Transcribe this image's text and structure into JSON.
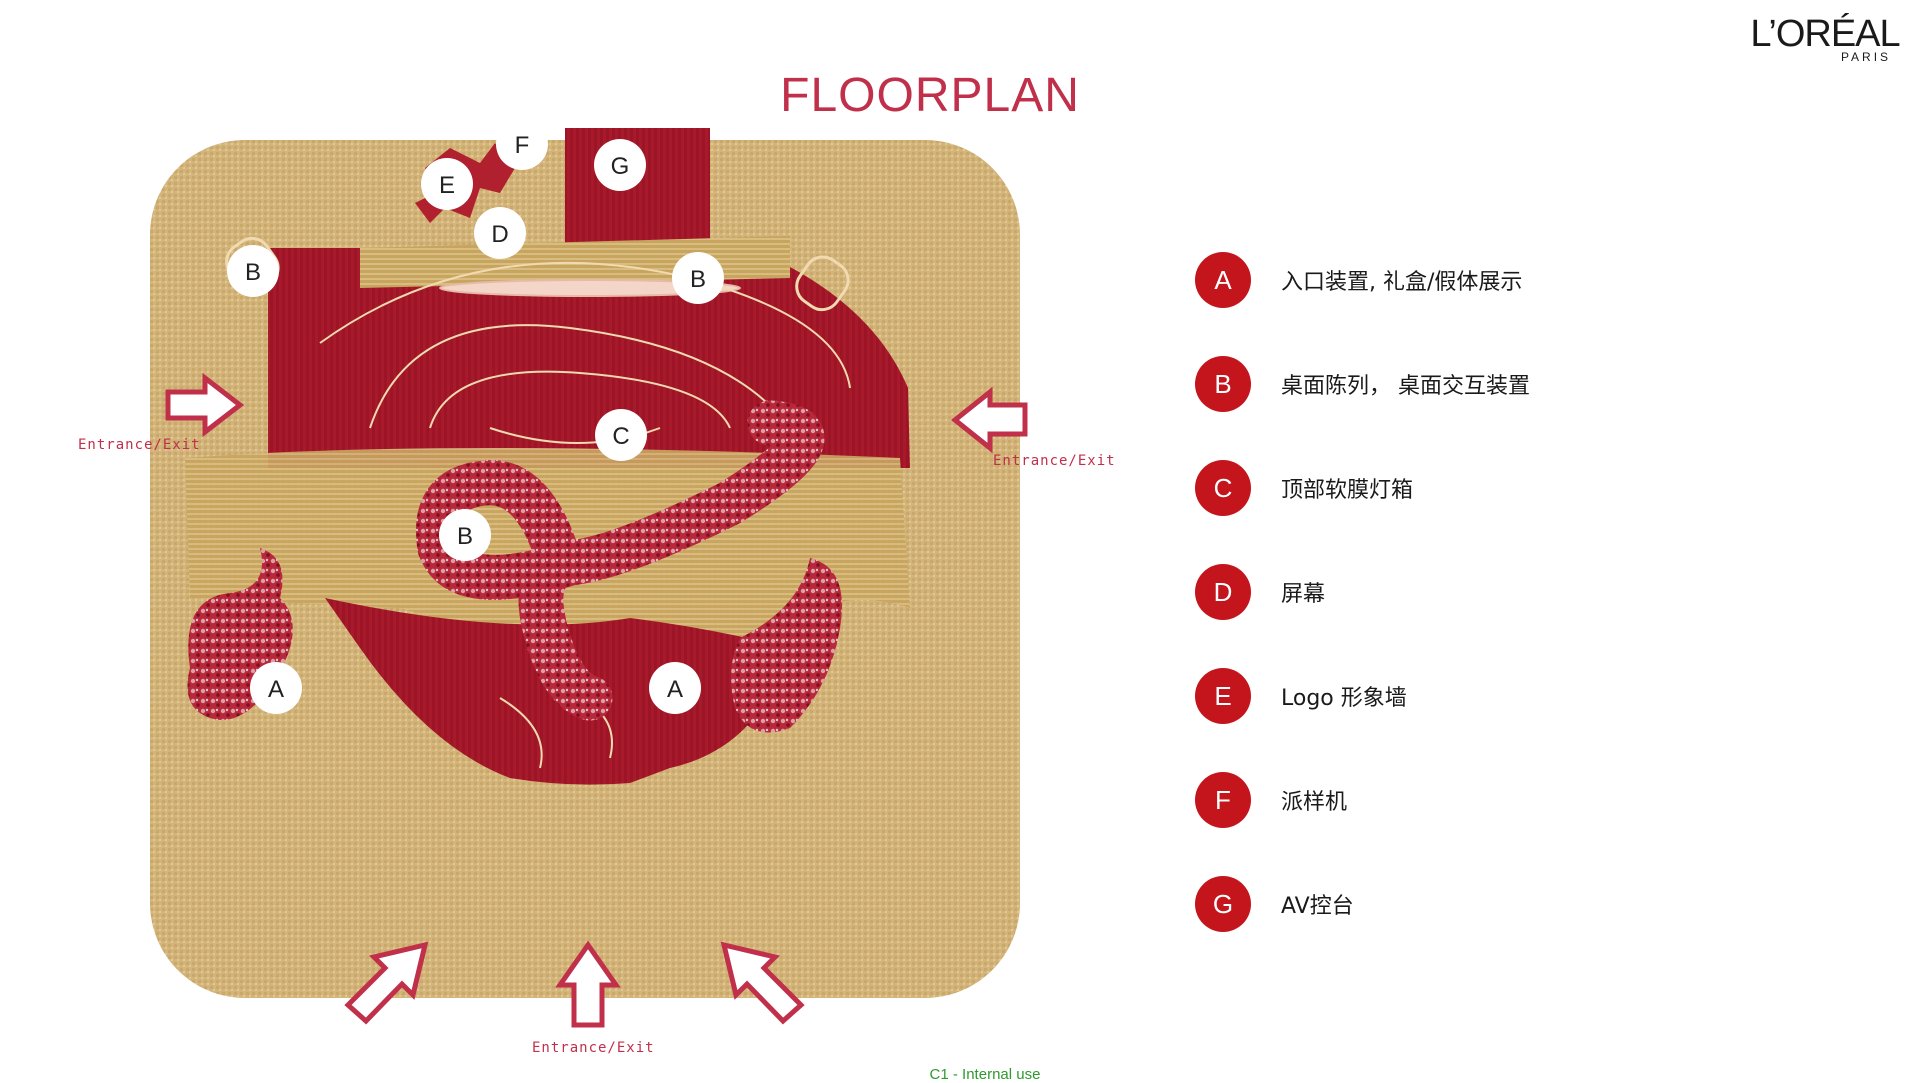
{
  "brand": {
    "name": "L’ORÉAL",
    "sub": "PARIS"
  },
  "title": "FLOORPLAN",
  "entrance_label": "Entrance/Exit",
  "markers": [
    "A",
    "B",
    "C",
    "D",
    "E",
    "F",
    "G"
  ],
  "legend": [
    {
      "key": "A",
      "text": "入口装置, 礼盒/假体展示"
    },
    {
      "key": "B",
      "text": "桌面陈列， 桌面交互装置"
    },
    {
      "key": "C",
      "text": "顶部软膜灯箱"
    },
    {
      "key": "D",
      "text": "屏幕"
    },
    {
      "key": "E",
      "text": "Logo 形象墙"
    },
    {
      "key": "F",
      "text": "派样机"
    },
    {
      "key": "G",
      "text": "AV控台"
    }
  ],
  "footer": "C1 - Internal use",
  "colors": {
    "accent": "#c4141c",
    "title": "#c0304a",
    "gold": "#cfae72",
    "crimson": "#a81a2c",
    "footer": "#2e9a2e"
  }
}
